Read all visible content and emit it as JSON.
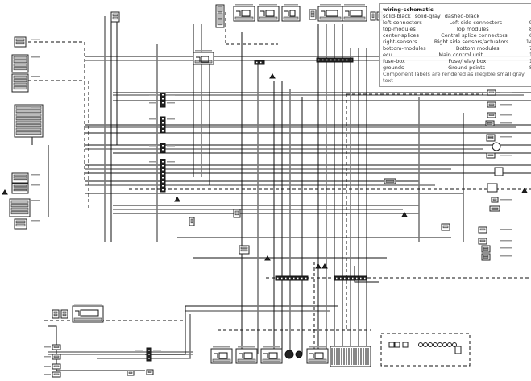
{
  "diagram": {
    "type": "wiring-schematic",
    "title": "",
    "colors": {
      "wire_black": "#111111",
      "wire_gray": "#7a7a7a",
      "background": "#ffffff",
      "label_gray": "#9a9a9a"
    },
    "wire_styles": [
      "solid-black",
      "solid-gray",
      "dashed-black"
    ],
    "component_groups": [
      {
        "id": "left-connectors",
        "label": "Left side connectors",
        "count": 9
      },
      {
        "id": "top-modules",
        "label": "Top modules",
        "count": 8
      },
      {
        "id": "center-splices",
        "label": "Central splice connectors",
        "count": 6
      },
      {
        "id": "right-sensors",
        "label": "Right side sensors/actuators",
        "count": 14
      },
      {
        "id": "bottom-modules",
        "label": "Bottom modules",
        "count": 7
      },
      {
        "id": "ecu",
        "label": "Main control unit",
        "count": 1
      },
      {
        "id": "fuse-box",
        "label": "Fuse/relay box",
        "count": 1
      },
      {
        "id": "grounds",
        "label": "Ground points",
        "count": 8
      }
    ],
    "legibility_note": "Component labels are rendered as illegible small gray text"
  }
}
